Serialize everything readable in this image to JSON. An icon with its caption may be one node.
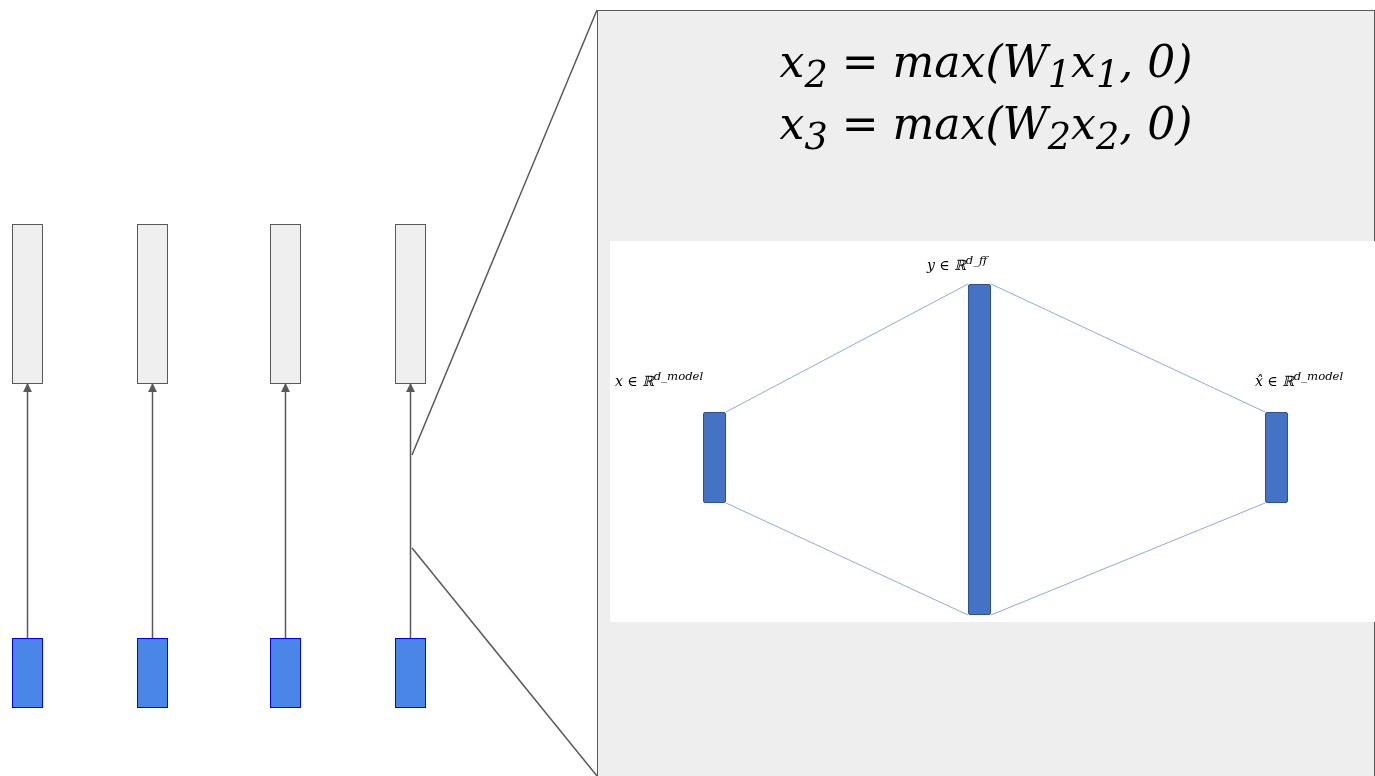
{
  "diagram": {
    "nodes": [
      {
        "text": [],
        "shape": "box"
      },
      {
        "text": [],
        "shape": "box"
      },
      {
        "text": [],
        "shape": "box"
      },
      {
        "text": [],
        "shape": "box"
      },
      {
        "text": [],
        "shape": "box"
      },
      {
        "text": [],
        "shape": "box"
      },
      {
        "text": [],
        "shape": "box"
      },
      {
        "text": [],
        "shape": "box"
      },
      {
        "text": [
          "x$_{2}$ = max(W$_{1}$x$_{1}$, 0)",
          "x$_{3}$ = max(W$_{2}$x$_{2}$, 0)"
        ]
      },
      {
        "text": [],
        "shape": "box",
        "in": 8
      },
      {
        "text": [],
        "shape": "bar",
        "in": 9,
        "beside": [
          "x ∈ ℝ$^{d_model}$"
        ]
      },
      {
        "text": [],
        "shape": "bar",
        "in": 9,
        "beside": [
          "y ∈ ℝ$^{d_ff}$"
        ]
      },
      {
        "text": [],
        "shape": "bar",
        "in": 9,
        "beside": [
          "x̂ ∈ ℝ$^{d_model}$"
        ]
      }
    ],
    "edges": [
      {
        "from": 4,
        "to": 0,
        "arrow": "to"
      },
      {
        "from": 5,
        "to": 1,
        "arrow": "to"
      },
      {
        "from": 6,
        "to": 2,
        "arrow": "to"
      },
      {
        "from": 7,
        "to": 3,
        "arrow": "to"
      },
      {
        "from": 10,
        "to": 11,
        "arrow": "none",
        "color": "#8eaadb"
      },
      {
        "from": 10,
        "to": 11,
        "arrow": "none",
        "color": "#8eaadb"
      },
      {
        "from": 11,
        "to": 12,
        "arrow": "none",
        "color": "#8eaadb"
      },
      {
        "from": 11,
        "to": 12,
        "arrow": "none",
        "color": "#8eaadb"
      },
      {
        "from": null,
        "to": 8,
        "arrow": "none"
      },
      {
        "from": null,
        "to": 8,
        "arrow": "none"
      }
    ]
  }
}
